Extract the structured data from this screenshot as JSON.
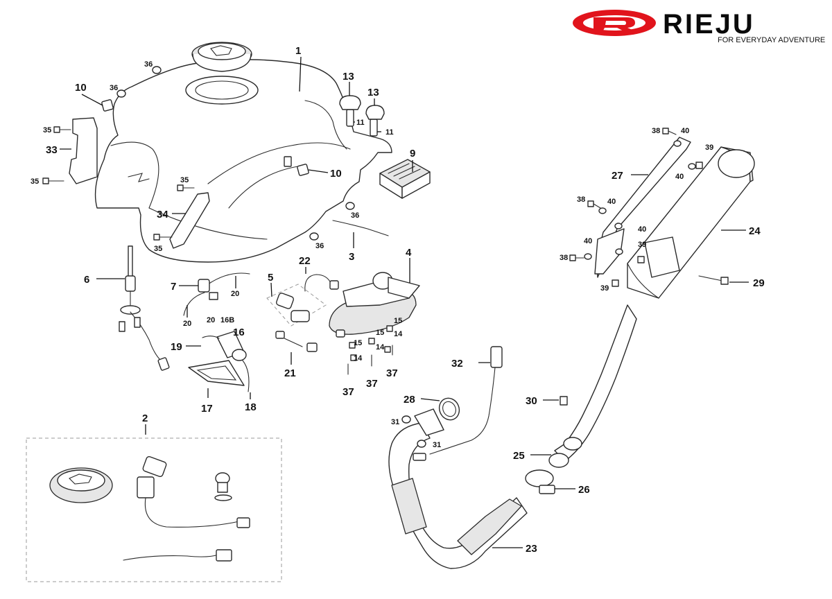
{
  "brand": {
    "name": "RIEJU",
    "tagline": "FOR EVERYDAY ADVENTURE",
    "colors": {
      "red": "#e1141c",
      "black": "#0a0a0a"
    }
  },
  "callouts": {
    "c1": "1",
    "c2": "2",
    "c3": "3",
    "c4": "4",
    "c5": "5",
    "c6": "6",
    "c7": "7",
    "c9": "9",
    "c10a": "10",
    "c10b": "10",
    "c11a": "11",
    "c11b": "11",
    "c13a": "13",
    "c13b": "13",
    "c14a": "14",
    "c14b": "14",
    "c14c": "14",
    "c15a": "15",
    "c15b": "15",
    "c15c": "15",
    "c16": "16",
    "c16b": "16B",
    "c17": "17",
    "c18": "18",
    "c19": "19",
    "c20a": "20",
    "c20b": "20",
    "c20c": "20",
    "c21": "21",
    "c22": "22",
    "c23": "23",
    "c24": "24",
    "c25": "25",
    "c26": "26",
    "c27": "27",
    "c28": "28",
    "c29": "29",
    "c30": "30",
    "c31a": "31",
    "c31b": "31",
    "c32": "32",
    "c33": "33",
    "c34": "34",
    "c35a": "35",
    "c35b": "35",
    "c35c": "35",
    "c35d": "35",
    "c36a": "36",
    "c36b": "36",
    "c36c": "36",
    "c36d": "36",
    "c37a": "37",
    "c37b": "37",
    "c37c": "37",
    "c38a": "38",
    "c38b": "38",
    "c38c": "38",
    "c39a": "39",
    "c39b": "39",
    "c39c": "39",
    "c40a": "40",
    "c40b": "40",
    "c40c": "40",
    "c40d": "40",
    "c40e": "40"
  }
}
